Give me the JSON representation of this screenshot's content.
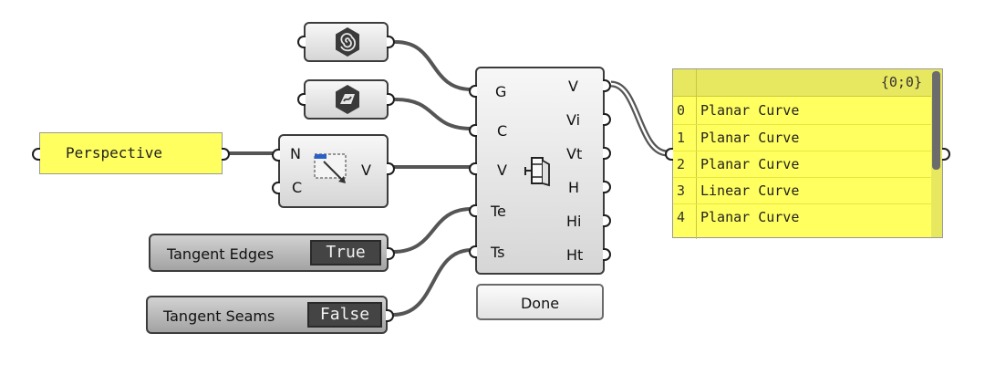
{
  "colors": {
    "panel": "#ffff60",
    "panel_row_alt": "#f0f05a",
    "wire": "#555555",
    "toggle_value_bg": "#444444"
  },
  "perspective_panel": {
    "value": "Perspective"
  },
  "view_component": {
    "inputs": [
      "N",
      "C"
    ],
    "outputs": [
      "V"
    ],
    "icon": "viewport-cursor-icon"
  },
  "geometry_param": {
    "icon": "spiral-hexagon-icon"
  },
  "curve_param": {
    "icon": "curve-hexagon-icon"
  },
  "main_component": {
    "inputs": [
      "G",
      "C",
      "V",
      "Te",
      "Ts"
    ],
    "outputs": [
      "V",
      "Vi",
      "Vt",
      "H",
      "Hi",
      "Ht"
    ],
    "icon": "make2d-icon"
  },
  "done_button": {
    "label": "Done"
  },
  "toggles": [
    {
      "name": "Tangent Edges",
      "value": "True"
    },
    {
      "name": "Tangent Seams",
      "value": "False"
    }
  ],
  "output_panel": {
    "path": "{0;0}",
    "rows": [
      {
        "index": "0",
        "value": "Planar Curve"
      },
      {
        "index": "1",
        "value": "Planar Curve"
      },
      {
        "index": "2",
        "value": "Planar Curve"
      },
      {
        "index": "3",
        "value": "Linear Curve"
      },
      {
        "index": "4",
        "value": "Planar Curve"
      }
    ]
  }
}
